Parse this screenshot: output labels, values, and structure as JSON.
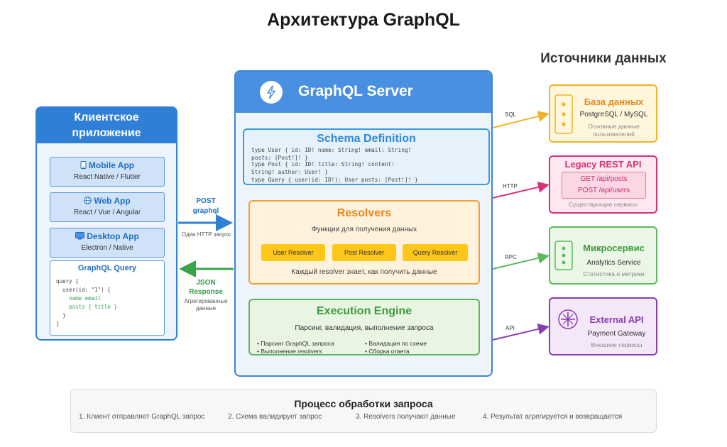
{
  "title": "Архитектура GraphQL",
  "sources_title": "Источники данных",
  "client": {
    "title_line1": "Клиентское",
    "title_line2": "приложение",
    "apps": [
      {
        "name": "Mobile App",
        "sub": "React Native / Flutter",
        "icon": "mobile-icon"
      },
      {
        "name": "Web App",
        "sub": "React / Vue / Angular",
        "icon": "globe-icon"
      },
      {
        "name": "Desktop App",
        "sub": "Electron / Native",
        "icon": "desktop-icon"
      }
    ],
    "query": {
      "title": "GraphQL Query",
      "lines": [
        "query {",
        "  user(id: \"1\") {",
        "    name email",
        "    posts { title }",
        "  }",
        "}"
      ]
    }
  },
  "request": {
    "method": "POST",
    "path": "graphql",
    "note": "Один HTTP запрос"
  },
  "response": {
    "line1": "JSON",
    "line2": "Response",
    "note1": "Агрегированные",
    "note2": "данные"
  },
  "server": {
    "title": "GraphQL Server",
    "icon": "lightning-icon",
    "schema": {
      "title": "Schema Definition",
      "lines": [
        "type User { id: ID! name: String! email: String!",
        "posts: [Post!]! }",
        "type Post { id: ID! title: String! content:",
        "String! author: User! }",
        " type Query { user(id: ID!): User posts: [Post!]! }"
      ]
    },
    "resolvers": {
      "title": "Resolvers",
      "sub": "Функции для получения данных",
      "chips": [
        "User Resolver",
        "Post Resolver",
        "Query Resolver"
      ],
      "note": "Каждый resolver знает, как получить данные"
    },
    "engine": {
      "title": "Execution Engine",
      "sub": "Парсинг, валидация, выполнение запроса",
      "bullets": [
        "• Парсинг GraphQL запроса",
        "• Выполнение resolvers",
        "• Валидация по схеме",
        "• Сборка ответа"
      ]
    }
  },
  "sources": [
    {
      "name": "База данных",
      "sub": "PostgreSQL / MySQL",
      "desc1": "Основные данные",
      "desc2": "пользователей",
      "conn": "SQL",
      "color": "#f2b32a",
      "name_color": "#e8871e"
    },
    {
      "name": "Legacy REST API",
      "endpoints": [
        "GET /api/posts",
        "POST /api/users"
      ],
      "desc1": "Существующие сервисы",
      "conn": "HTTP",
      "color": "#d9307a",
      "name_color": "#d9307a"
    },
    {
      "name": "Микросервис",
      "sub": "Analytics Service",
      "desc1": "Статистика и метрики",
      "conn": "RPC",
      "color": "#5cb85c",
      "name_color": "#3e9a3e"
    },
    {
      "name": "External API",
      "sub": "Payment Gateway",
      "desc1": "Внешние сервисы",
      "conn": "API",
      "color": "#8a3db0",
      "name_color": "#8a3db0",
      "icon": "asterisk-icon"
    }
  ],
  "process": {
    "title": "Процесс обработки запроса",
    "steps": [
      "1. Клиент отправляет GraphQL запрос",
      "2. Схема валидирует запрос",
      "3. Resolvers получают данные",
      "4. Результат агрегируется и возвращается"
    ]
  }
}
